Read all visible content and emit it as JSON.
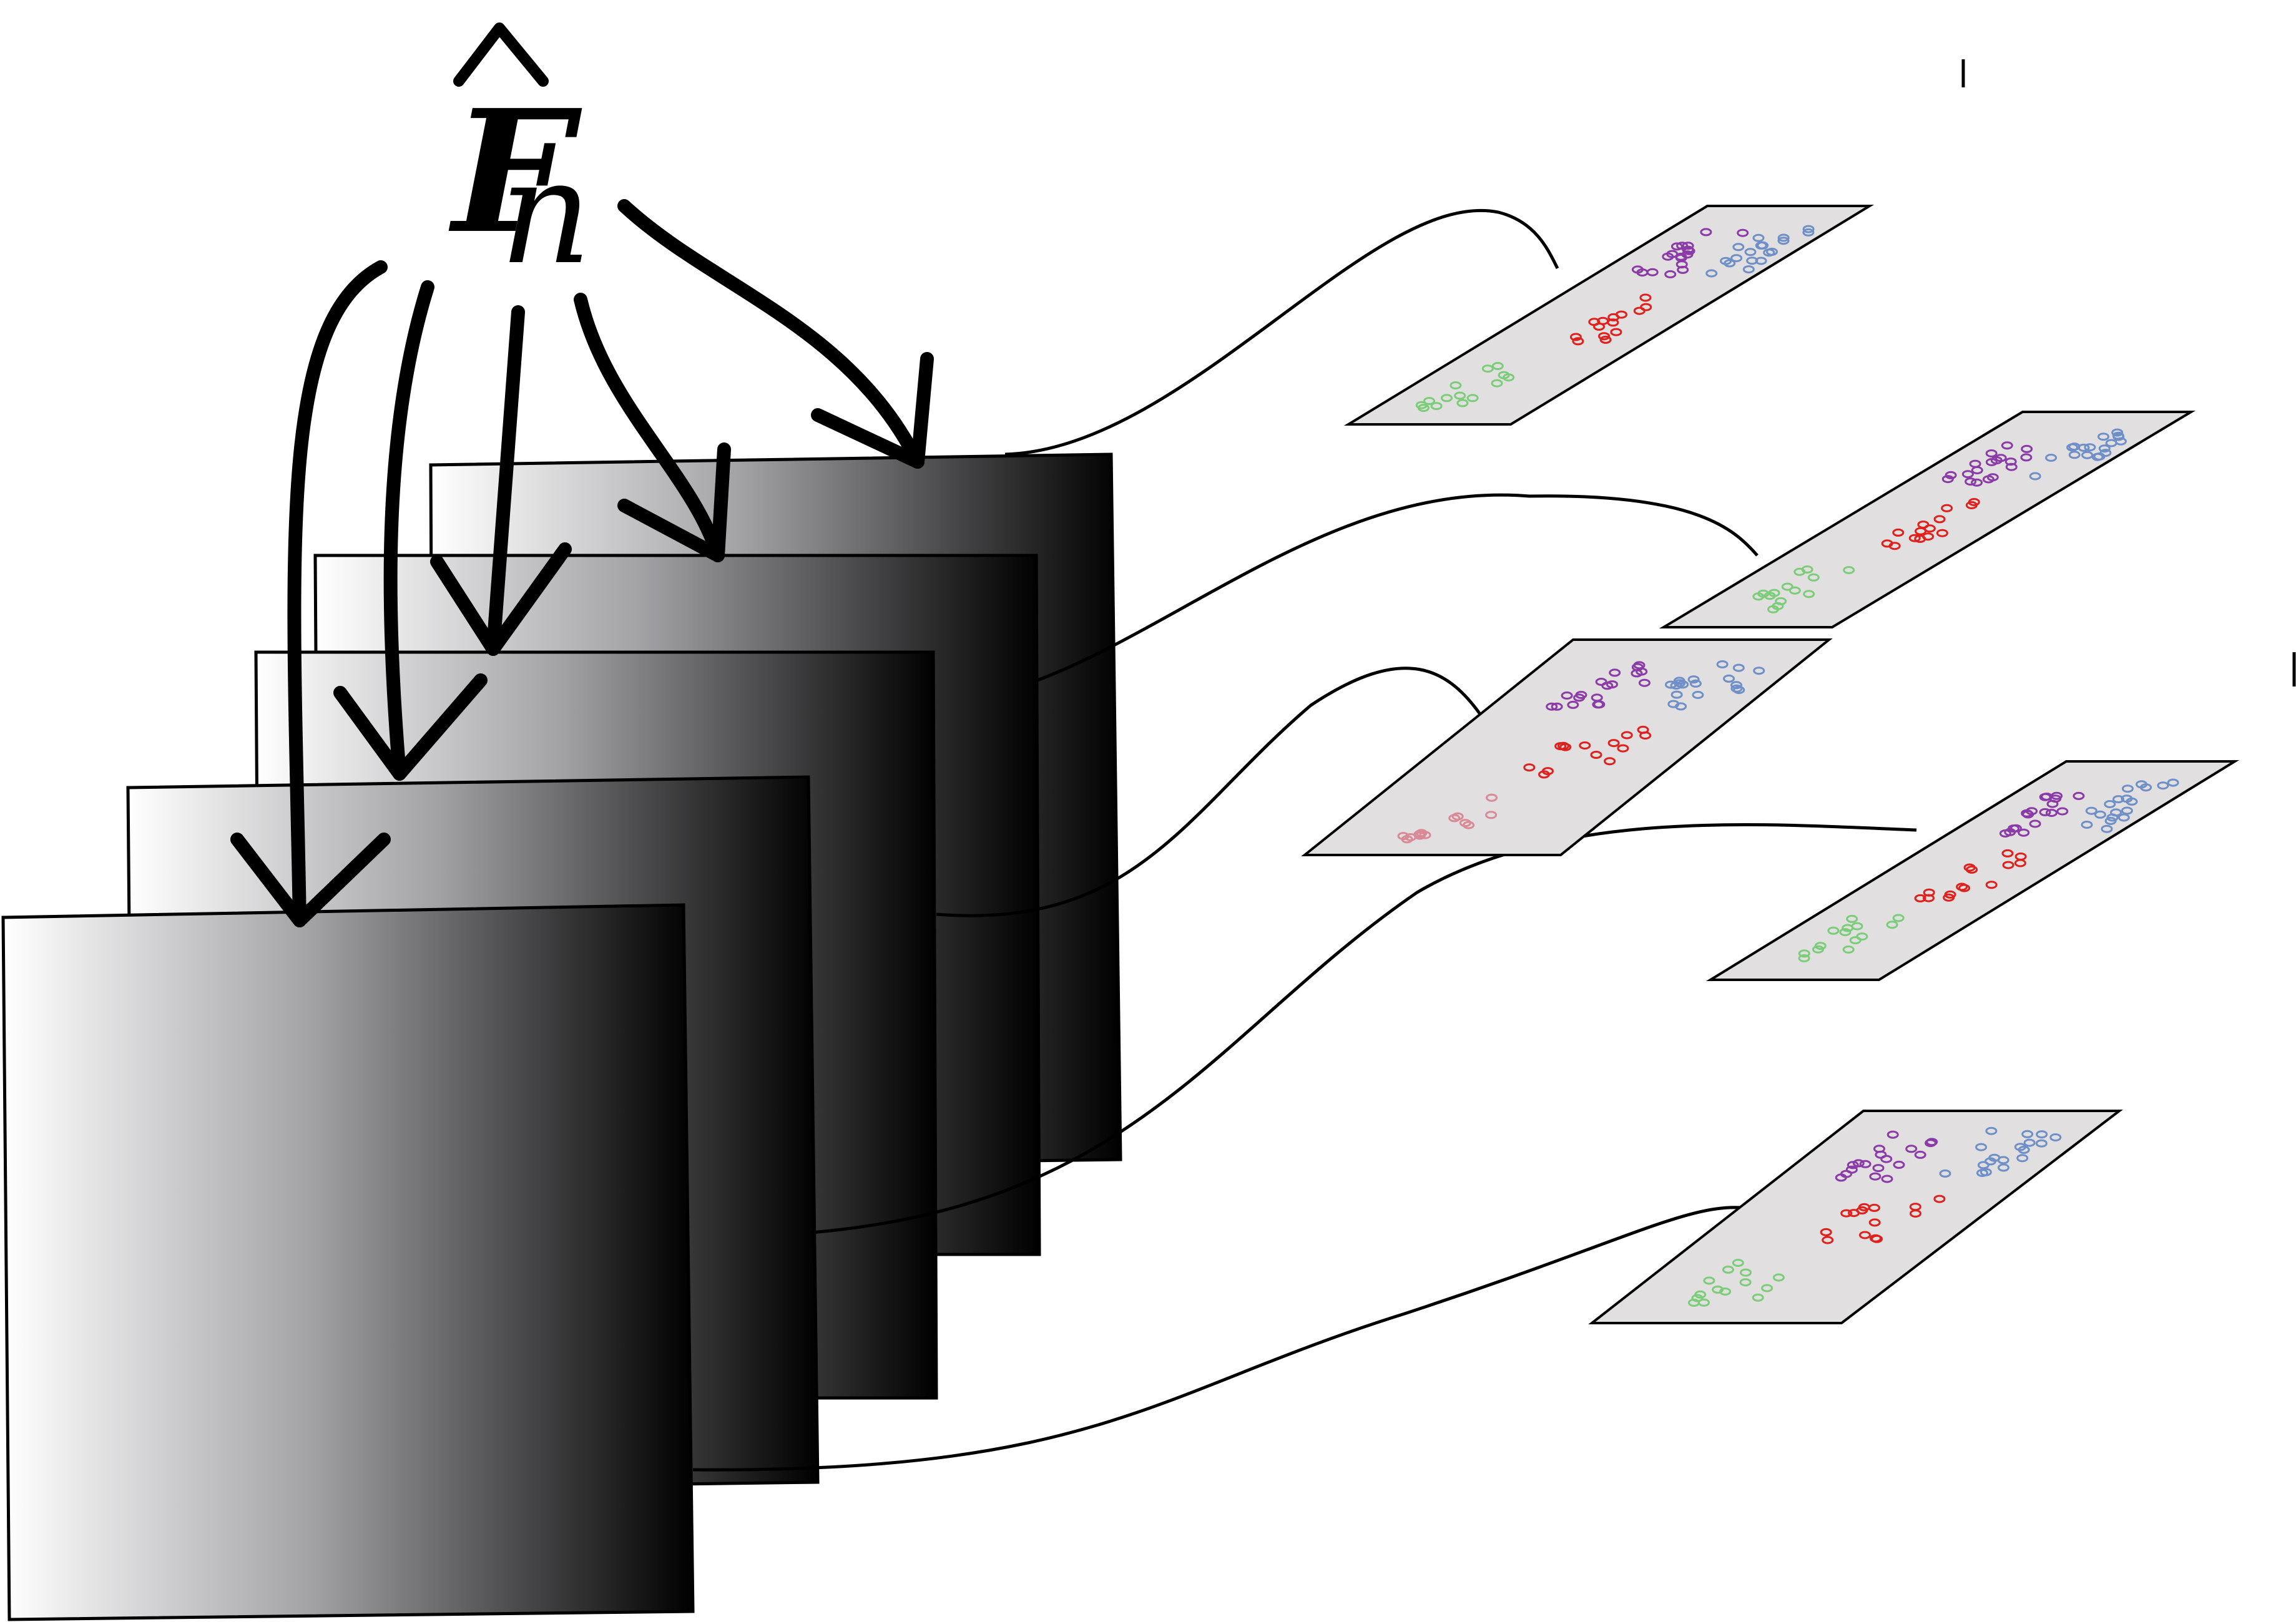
{
  "title": {
    "symbol": "F",
    "subscript": "n",
    "accent": "hat"
  },
  "colors": {
    "stroke": "#000000",
    "panel_fill": "#e1dfdf",
    "gradient_start": "#ffffff",
    "gradient_mid": "#8e8e90",
    "gradient_end": "#000000",
    "cluster_purple": "#8b3ba8",
    "cluster_blue": "#6f8fc8",
    "cluster_red": "#e0201c",
    "cluster_green": "#7ccd7a",
    "cluster_pink": "#d98a96"
  },
  "feature_maps": {
    "count": 5
  },
  "projection_panels": [
    {
      "clusters": [
        "purple",
        "red",
        "blue",
        "green"
      ]
    },
    {
      "clusters": [
        "purple",
        "blue",
        "red",
        "green"
      ]
    },
    {
      "clusters": [
        "purple",
        "blue",
        "red",
        "pink"
      ]
    },
    {
      "clusters": [
        "purple",
        "blue",
        "red",
        "green"
      ]
    },
    {
      "clusters": [
        "purple",
        "blue",
        "red",
        "green"
      ]
    }
  ]
}
